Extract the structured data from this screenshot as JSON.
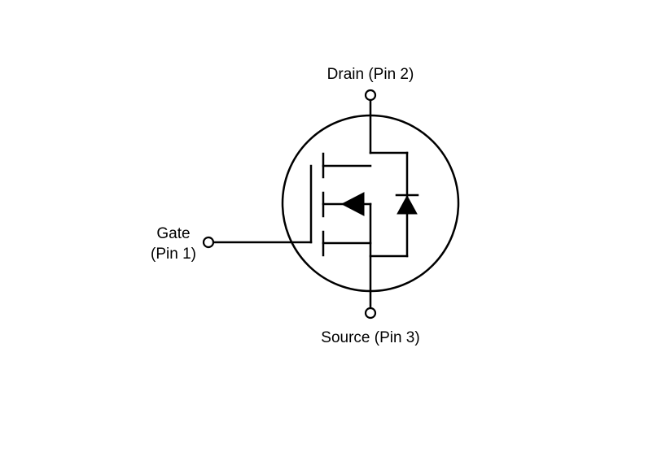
{
  "diagram": {
    "labels": {
      "drain": "Drain (Pin 2)",
      "gate_line1": "Gate",
      "gate_line2": "(Pin 1)",
      "source": "Source (Pin 3)"
    },
    "colors": {
      "line": "#000000",
      "background": "#ffffff"
    },
    "symbol": "n-channel-mosfet-with-body-diode"
  }
}
